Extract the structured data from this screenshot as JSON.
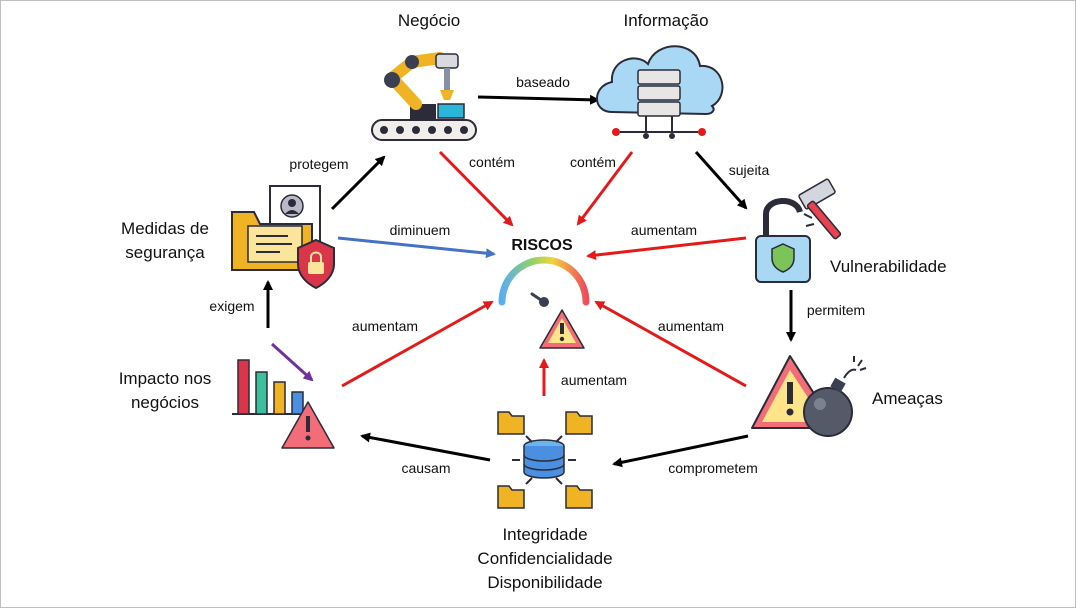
{
  "nodes": {
    "negocio": "Negócio",
    "informacao": "Informação",
    "medidas_line1": "Medidas de",
    "medidas_line2": "segurança",
    "riscos": "RISCOS",
    "vulnerabilidade": "Vulnerabilidade",
    "impacto_line1": "Impacto nos",
    "impacto_line2": "negócios",
    "ameacas": "Ameaças",
    "cia_line1": "Integridade",
    "cia_line2": "Confidencialidade",
    "cia_line3": "Disponibilidade"
  },
  "edges": {
    "baseado": "baseado",
    "protegem": "protegem",
    "contem_negocio": "contém",
    "contem_informacao": "contém",
    "sujeita": "sujeita",
    "diminuem": "diminuem",
    "aumentam_vulnerabilidade": "aumentam",
    "exigem": "exigem",
    "permitem": "permitem",
    "aumentam_impacto": "aumentam",
    "aumentam_ameacas": "aumentam",
    "aumentam_cia": "aumentam",
    "causam": "causam",
    "comprometem": "comprometem"
  },
  "icons": {
    "negocio": "robotic-arm-conveyor-icon",
    "informacao": "cloud-database-icon",
    "medidas": "secure-folder-icon",
    "riscos": "risk-gauge-icon",
    "vulnerabilidade": "broken-padlock-hammer-icon",
    "impacto": "bar-chart-warning-icon",
    "ameacas": "warning-bomb-icon",
    "cia": "database-folders-icon"
  },
  "colors": {
    "increase_arrow": "#e41a1a",
    "decrease_arrow": "#4472c4",
    "neutral_arrow": "#000000"
  }
}
